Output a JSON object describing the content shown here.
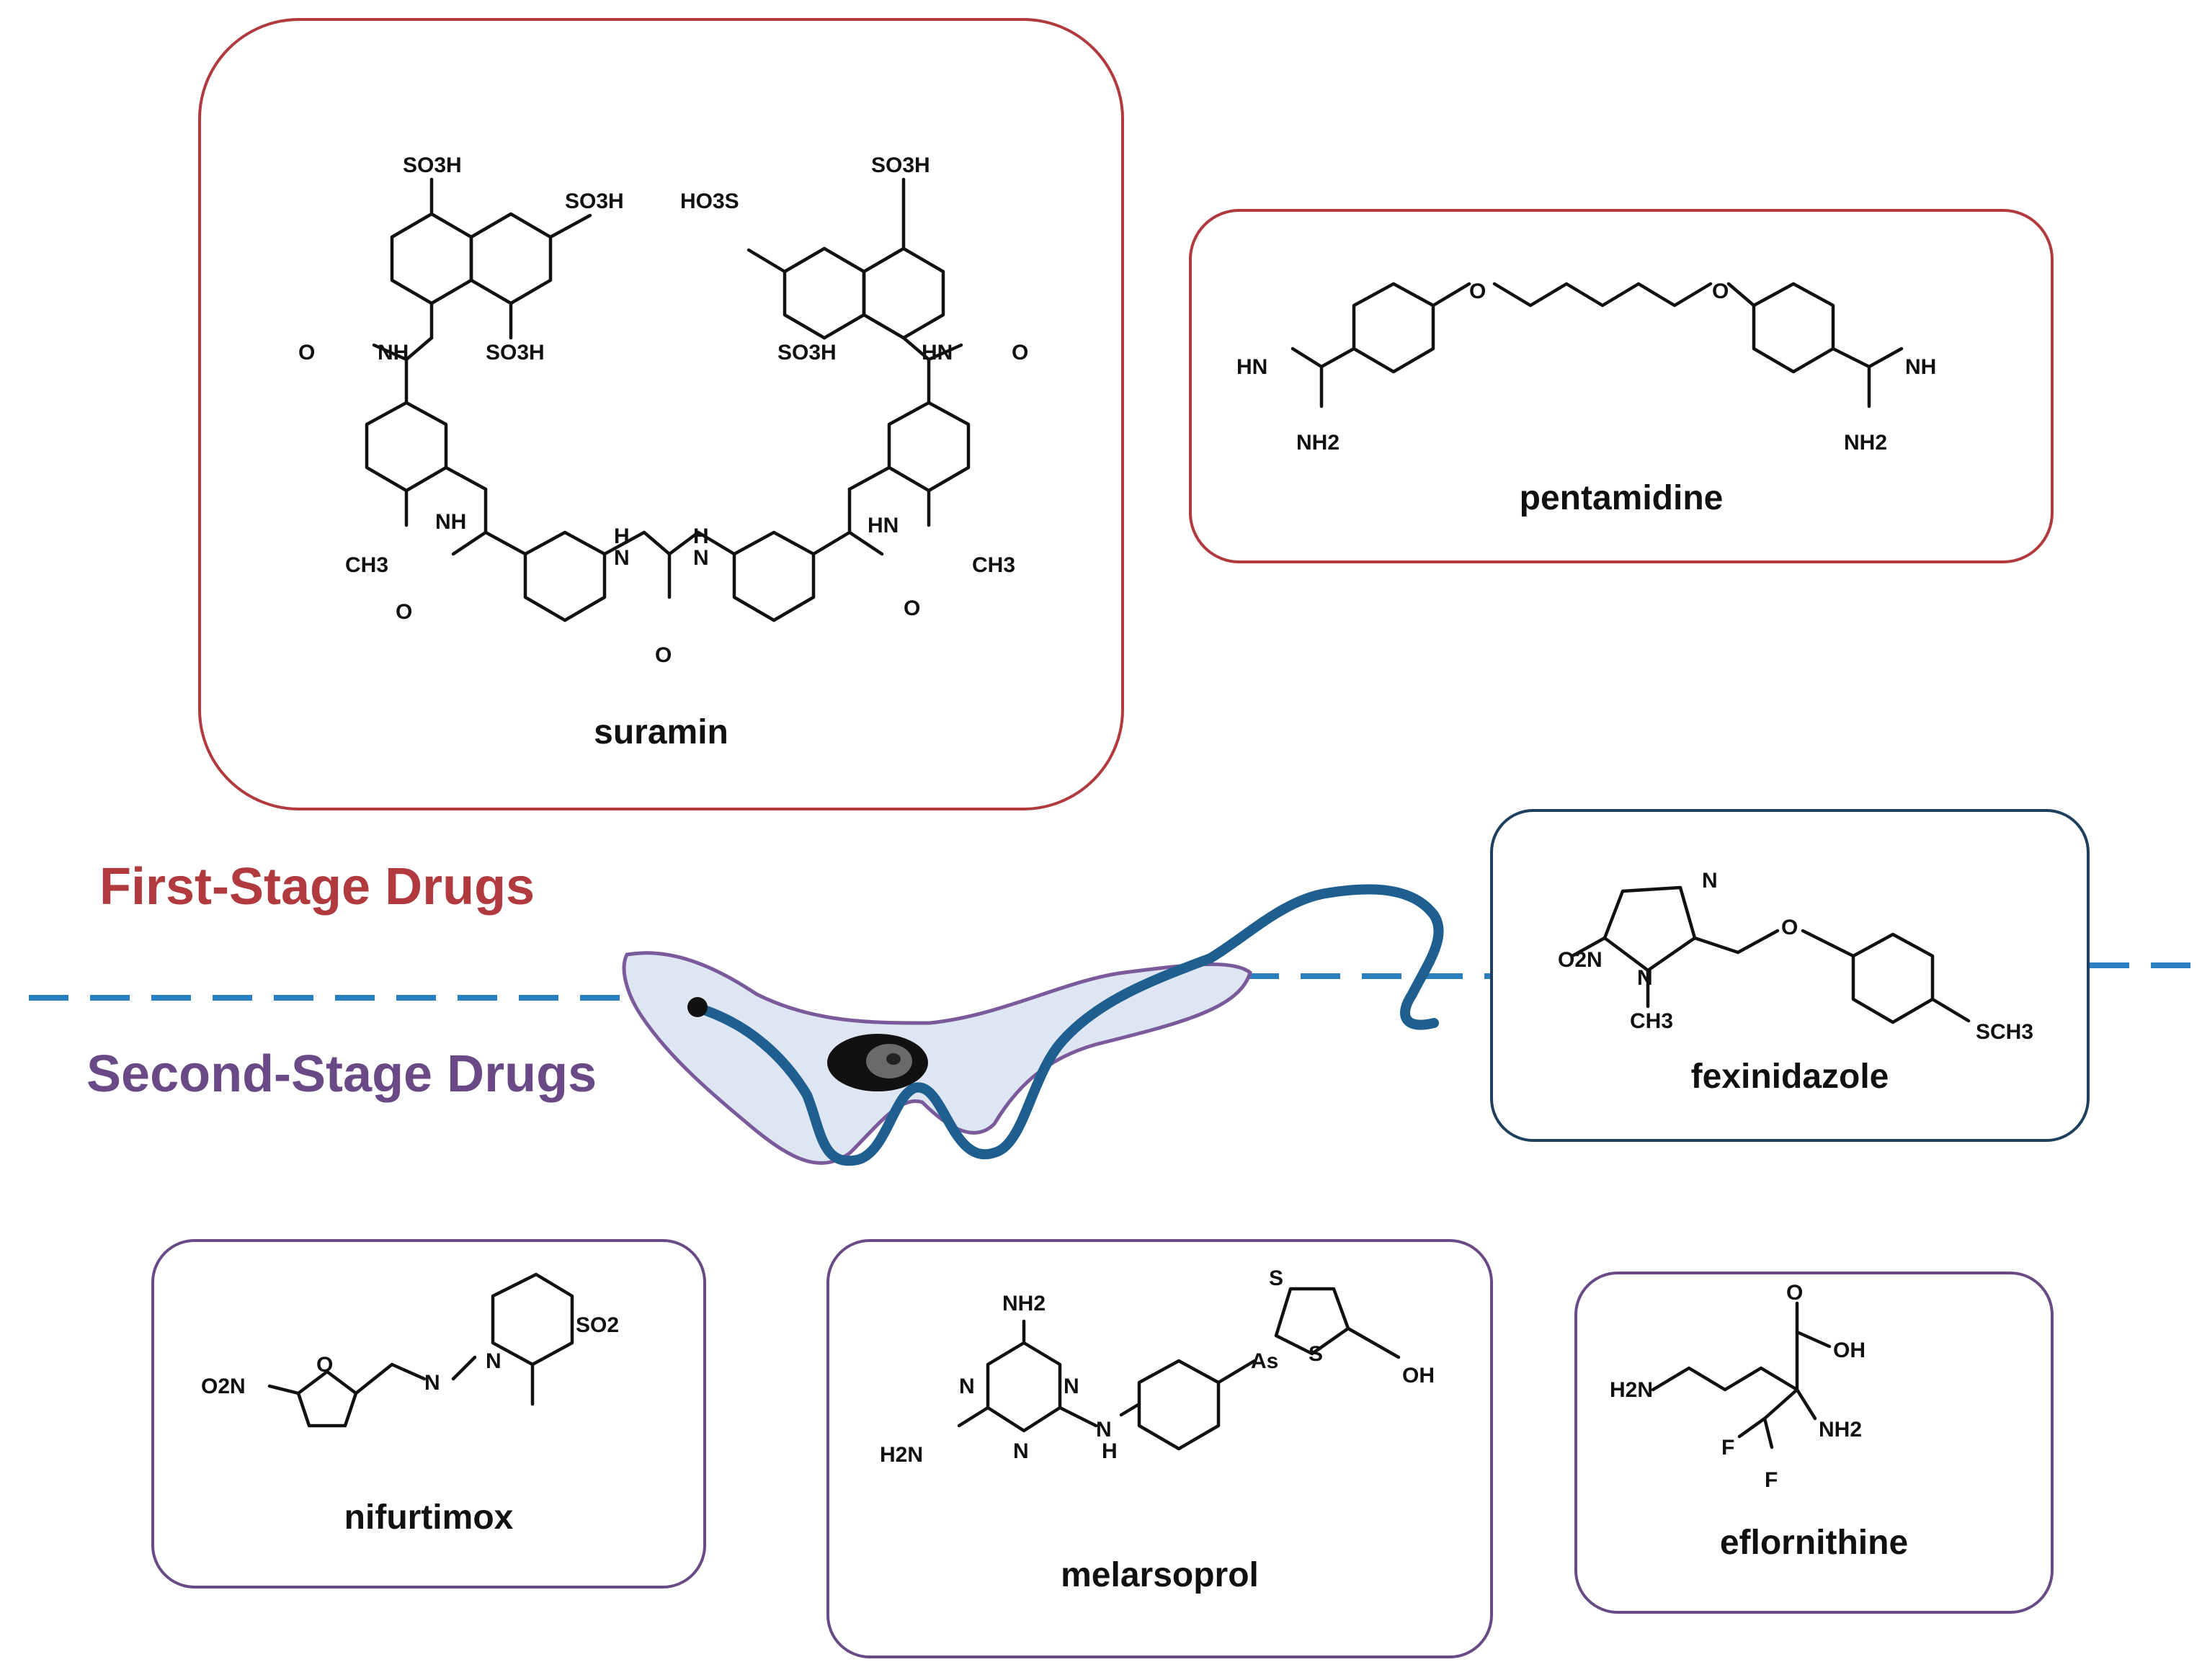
{
  "stages": {
    "first": "First-Stage Drugs",
    "second": "Second-Stage Drugs"
  },
  "drugs": [
    {
      "name": "suramin",
      "stage": "first"
    },
    {
      "name": "pentamidine",
      "stage": "first"
    },
    {
      "name": "fexinidazole",
      "stage": "both"
    },
    {
      "name": "nifurtimox",
      "stage": "second"
    },
    {
      "name": "melarsoprol",
      "stage": "second"
    },
    {
      "name": "eflornithine",
      "stage": "second"
    }
  ],
  "colors": {
    "first_stage": "#b03a3e",
    "second_stage": "#6a4a86",
    "fexinidazole_box": "#1f3f5f",
    "divider": "#2a7fc1",
    "trypanosome_body": "#dde6f2",
    "trypanosome_outline": "#7a5a9a",
    "flagellum": "#1e5f8f"
  },
  "atom_labels": {
    "suramin": [
      "SO3H",
      "SO3H",
      "SO3H",
      "HO3S",
      "SO3H",
      "SO3H",
      "NH",
      "HN",
      "O",
      "O",
      "NH",
      "HN",
      "CH3",
      "CH3",
      "O",
      "O",
      "H",
      "N",
      "H",
      "N",
      "O"
    ],
    "pentamidine": [
      "O",
      "O",
      "HN",
      "NH2",
      "NH",
      "NH2"
    ],
    "fexinidazole": [
      "N",
      "O2N",
      "N",
      "CH3",
      "O",
      "SCH3"
    ],
    "nifurtimox": [
      "O2N",
      "O",
      "N",
      "N",
      "SO2"
    ],
    "melarsoprol": [
      "NH2",
      "N",
      "N",
      "N",
      "H2N",
      "N",
      "H",
      "As",
      "S",
      "S",
      "OH"
    ],
    "eflornithine": [
      "O",
      "OH",
      "H2N",
      "NH2",
      "F",
      "F"
    ]
  }
}
